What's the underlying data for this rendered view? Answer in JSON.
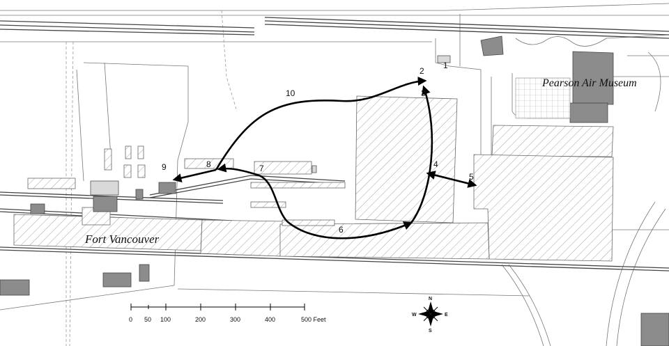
{
  "places": {
    "fort_vancouver": "Fort Vancouver",
    "pearson_air_museum": "Pearson Air Museum"
  },
  "stops": [
    "1",
    "2",
    "3",
    "4",
    "5",
    "6",
    "7",
    "8",
    "9",
    "10"
  ],
  "scale": {
    "ticks": [
      "0",
      "50",
      "100",
      "200",
      "300",
      "400",
      "500 Feet"
    ]
  },
  "compass": {
    "north": "N",
    "south": "S",
    "east": "E",
    "west": "W"
  },
  "colors": {
    "route": "#000000",
    "hatch": "#9a9a9a",
    "building_gray": "#8c8c8c"
  }
}
